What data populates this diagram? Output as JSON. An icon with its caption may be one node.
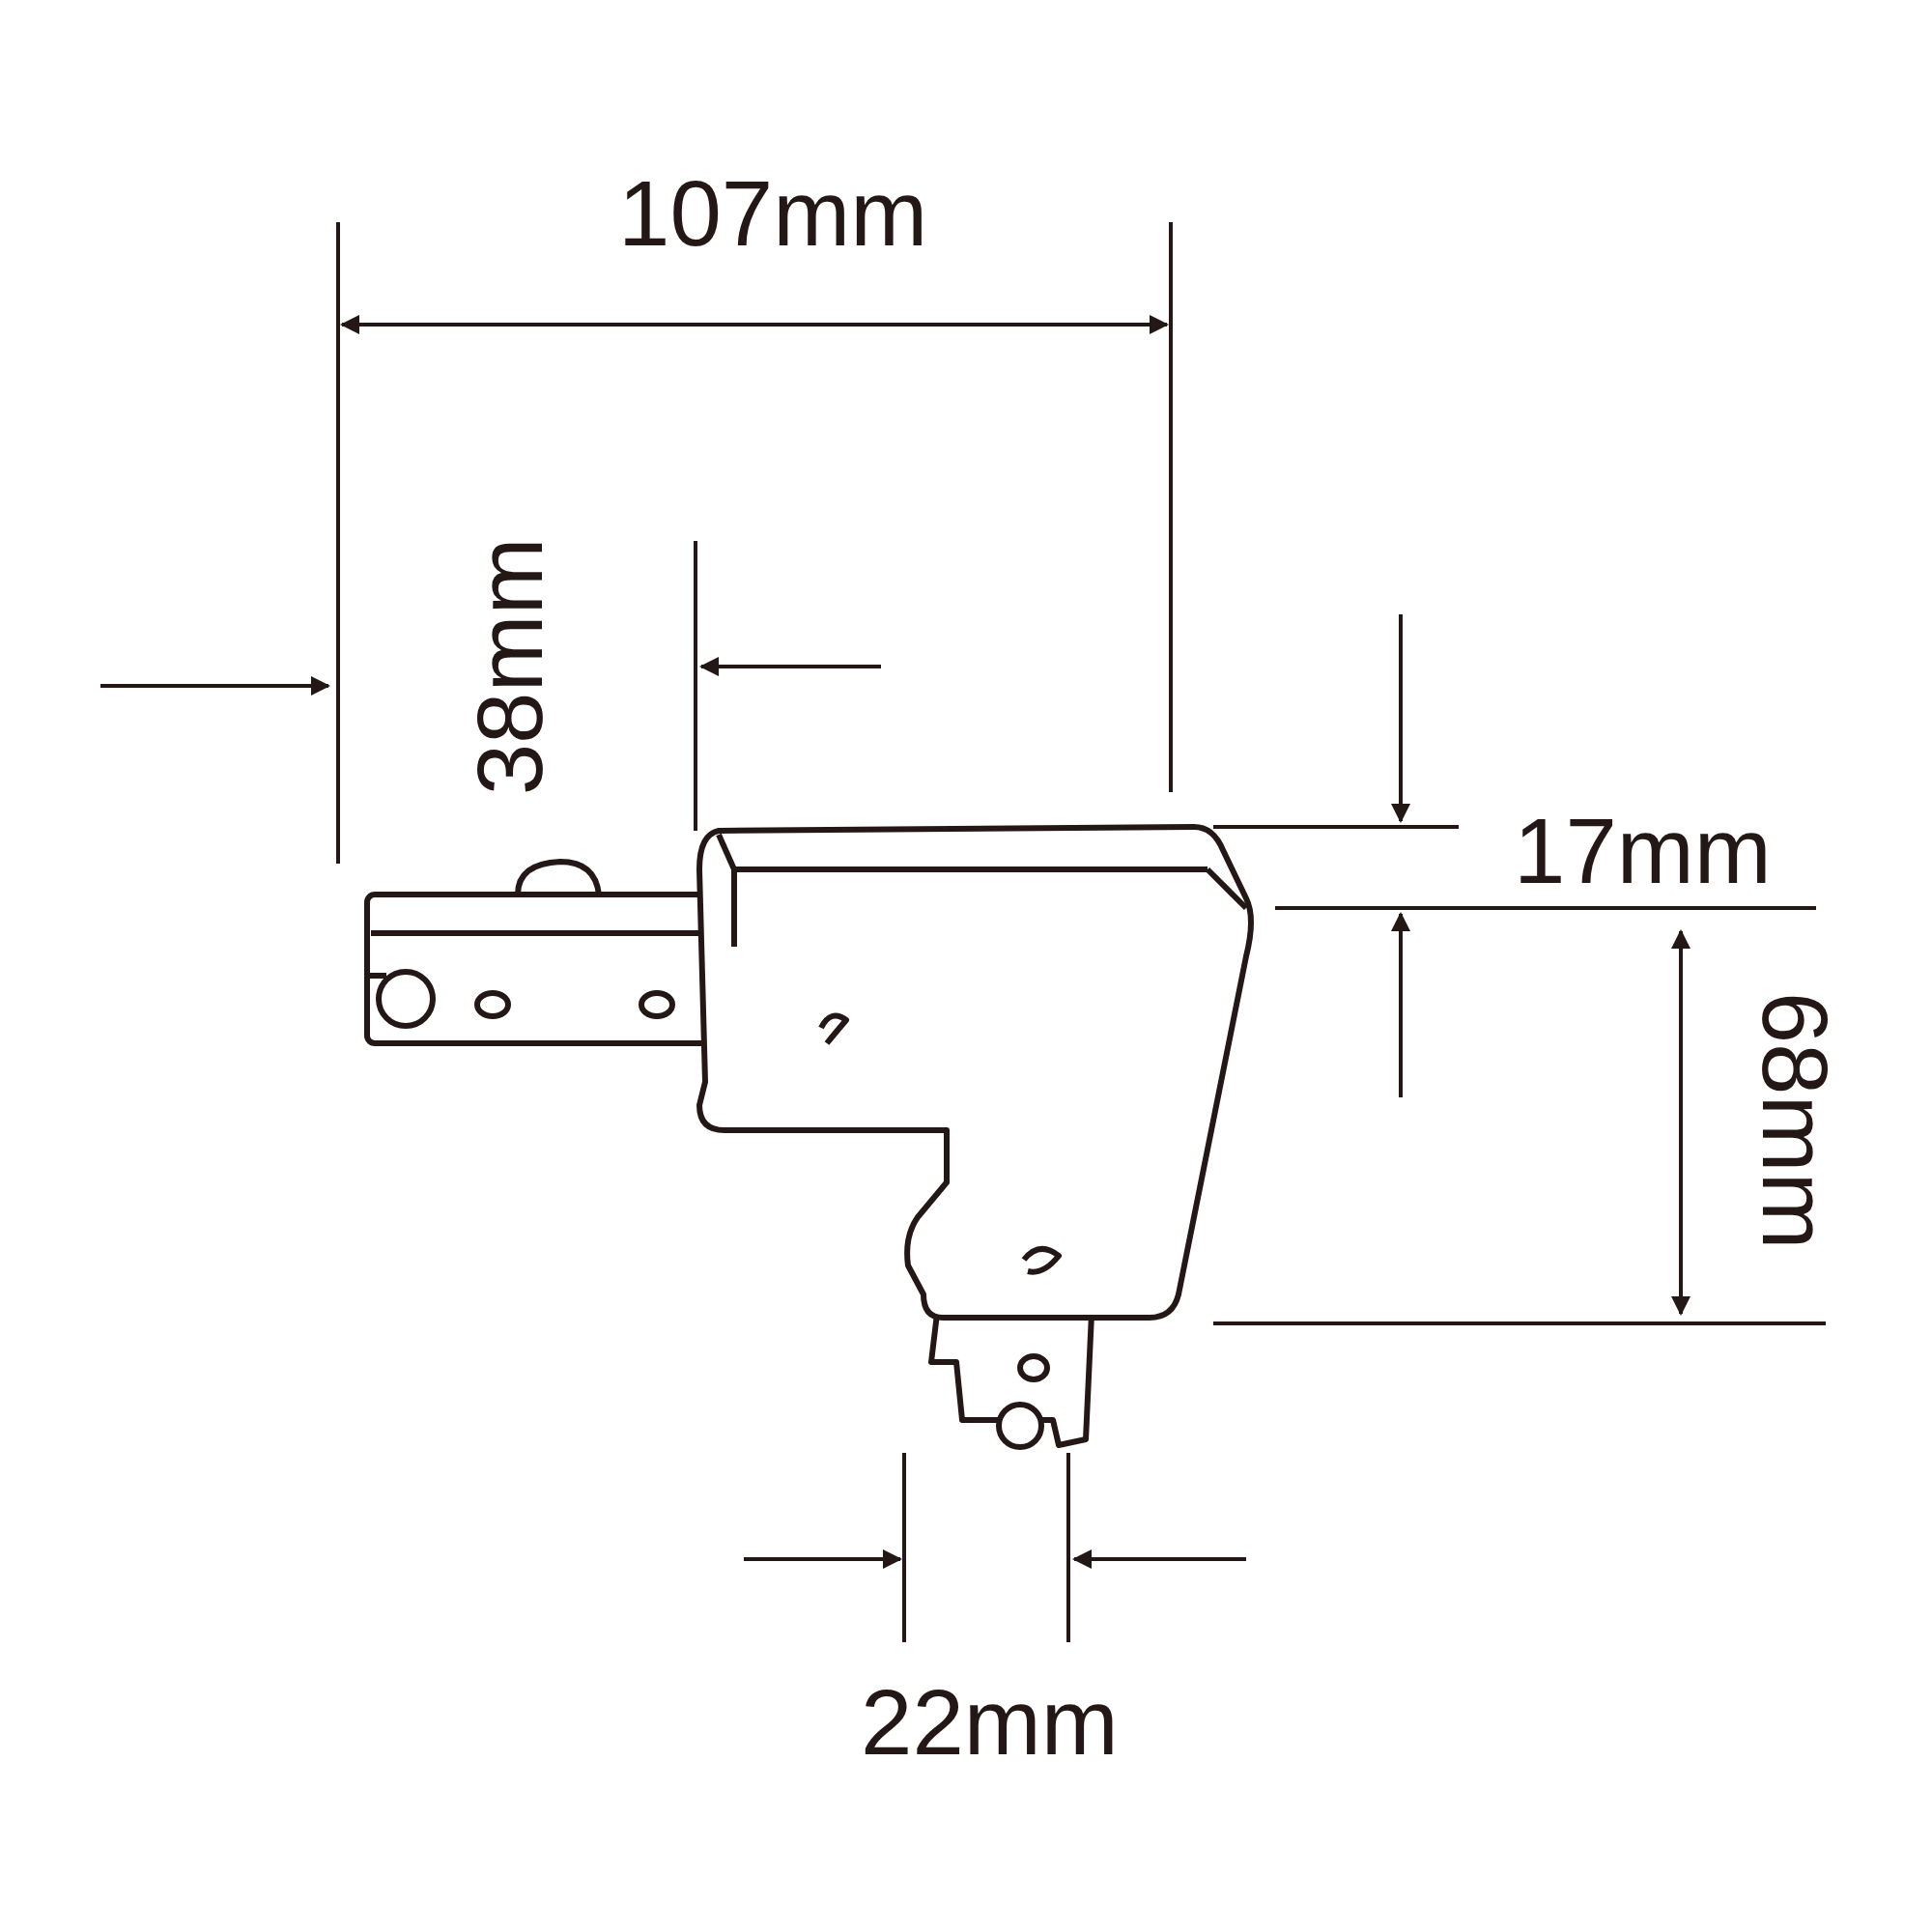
{
  "diagram": {
    "labels": [
      "107mm",
      "38mm",
      "17mm",
      "68mm",
      "22mm"
    ]
  }
}
